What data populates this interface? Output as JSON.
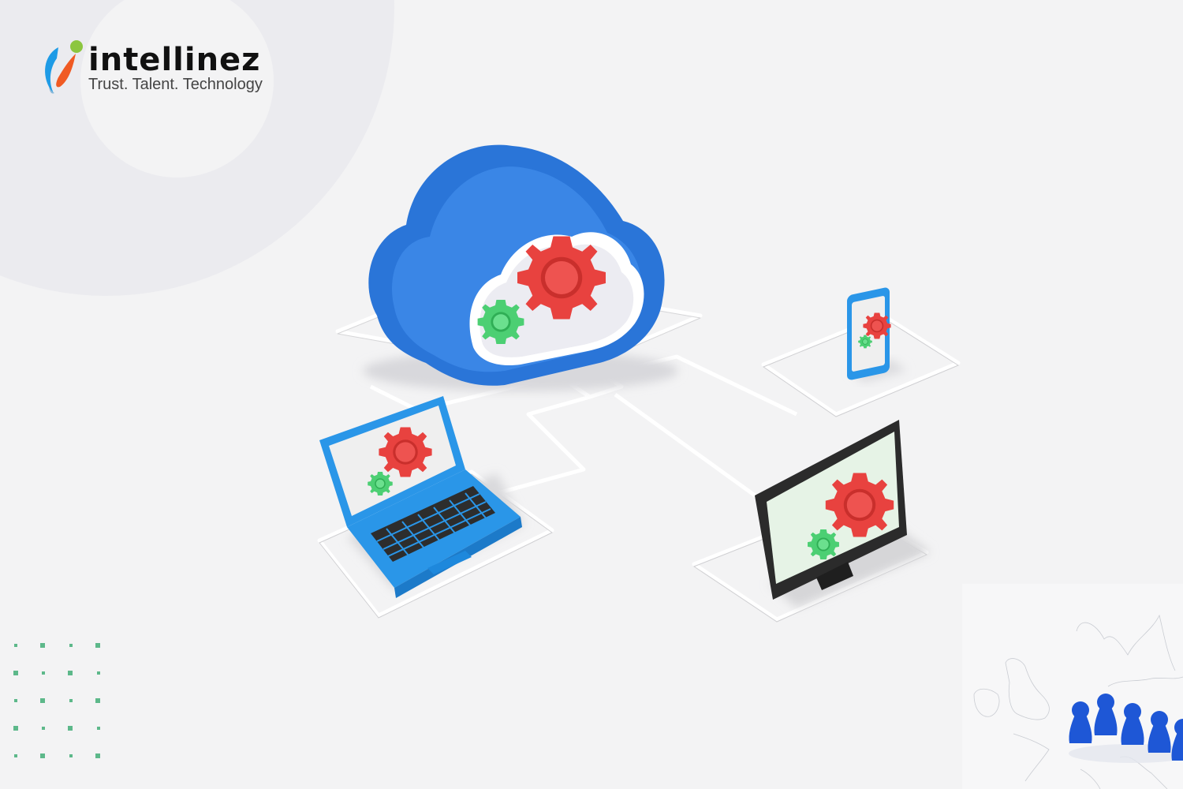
{
  "brand": {
    "name": "intellinez",
    "tagline": "Trust. Talent. Technology",
    "colors": {
      "blue": "#1e9be6",
      "orange": "#f05a23",
      "green": "#8cc63f",
      "text": "#111111"
    }
  },
  "illustration": {
    "subject": "cloud computing network",
    "nodes": [
      {
        "name": "cloud",
        "icon": "cloud-gears-icon"
      },
      {
        "name": "laptop",
        "icon": "laptop-gears-icon"
      },
      {
        "name": "monitor",
        "icon": "monitor-gears-icon"
      },
      {
        "name": "smartphone",
        "icon": "phone-gears-icon"
      }
    ],
    "colors": {
      "cloud_blue": "#2f7fe0",
      "gear_red": "#e8423f",
      "gear_green": "#4ccf73",
      "device_blue": "#2a96e8",
      "monitor_black": "#2b2b2b",
      "line": "#ffffff"
    }
  },
  "decor": {
    "dot_grid": {
      "rows": 5,
      "cols": 4,
      "color": "#5db88a"
    },
    "corner": "europe-map-with-blue-pawns"
  }
}
